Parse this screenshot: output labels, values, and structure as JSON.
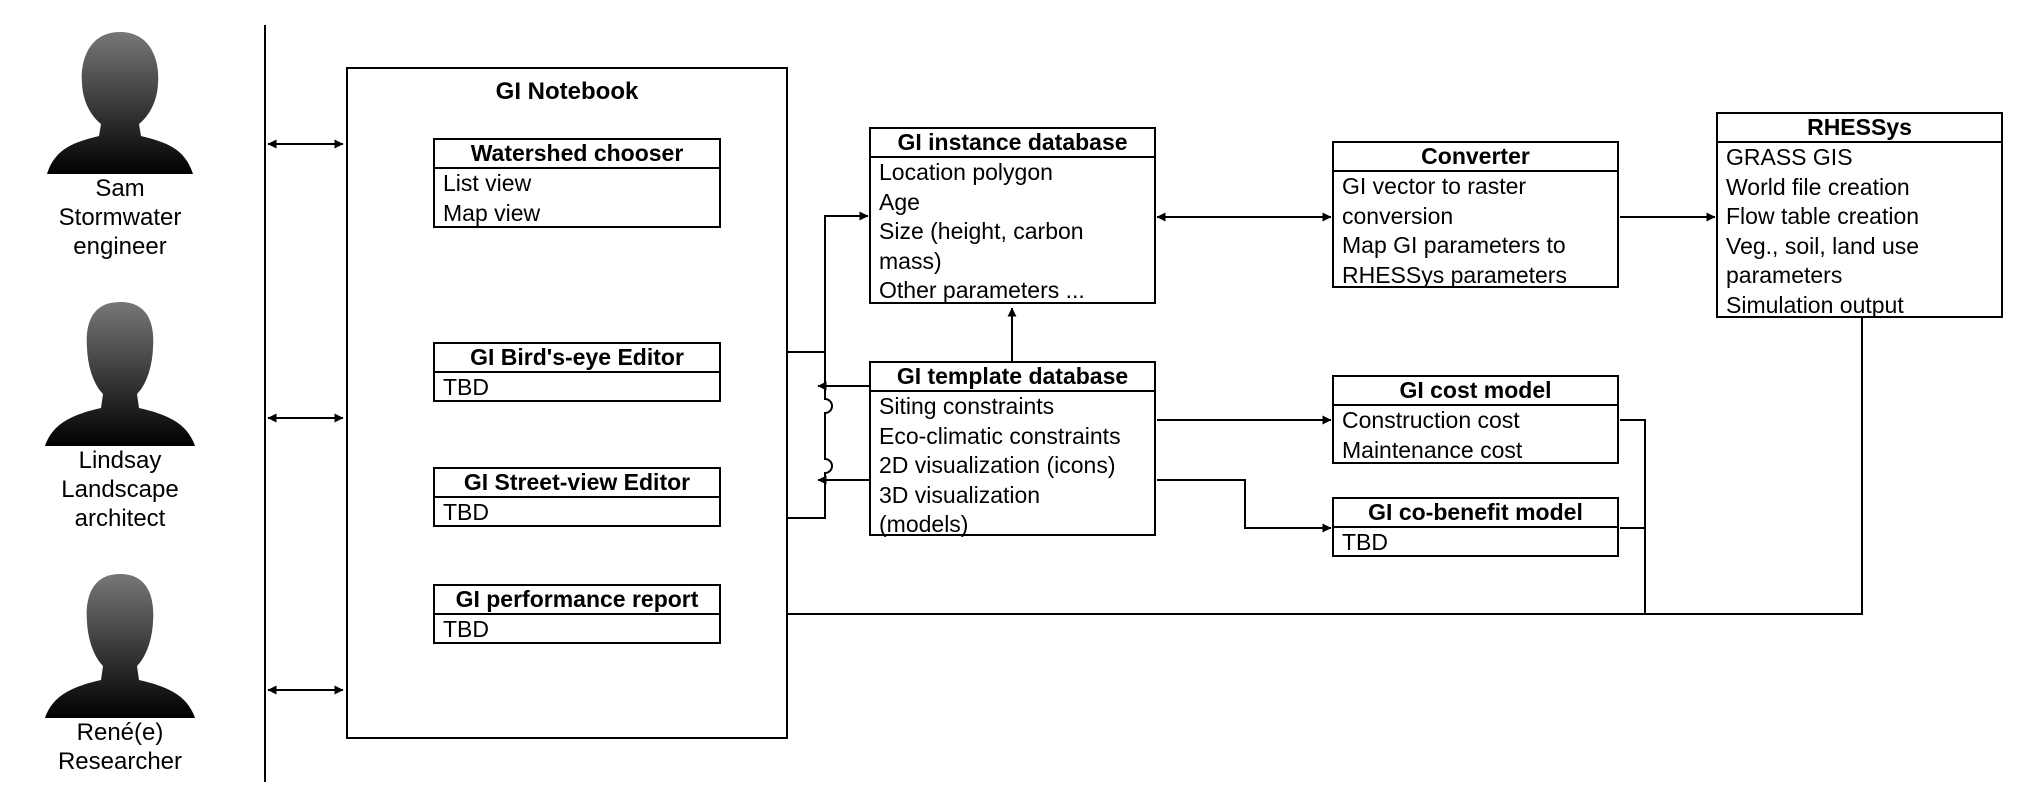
{
  "actors": [
    {
      "id": "sam",
      "lines": [
        "Sam",
        "Stormwater",
        "engineer"
      ]
    },
    {
      "id": "lindsay",
      "lines": [
        "Lindsay",
        "Landscape",
        "architect"
      ]
    },
    {
      "id": "renee",
      "lines": [
        "René(e)",
        "Researcher"
      ]
    }
  ],
  "notebook": {
    "title": "GI Notebook"
  },
  "boxes": {
    "watershed": {
      "title": "Watershed chooser",
      "lines": [
        "List view",
        "Map view"
      ]
    },
    "birdseye": {
      "title": "GI Bird's-eye Editor",
      "lines": [
        "TBD"
      ]
    },
    "streetview": {
      "title": "GI Street-view Editor",
      "lines": [
        "TBD"
      ]
    },
    "performance": {
      "title": "GI performance report",
      "lines": [
        "TBD"
      ]
    },
    "instance_db": {
      "title": "GI instance database",
      "lines": [
        "Location polygon",
        "Age",
        "Size (height, carbon",
        "mass)",
        "Other parameters ..."
      ]
    },
    "template_db": {
      "title": "GI template database",
      "lines": [
        "Siting constraints",
        "Eco-climatic constraints",
        "2D visualization (icons)",
        "3D visualization",
        "(models)"
      ]
    },
    "converter": {
      "title": "Converter",
      "lines": [
        "GI vector to raster",
        "conversion",
        "Map GI parameters to",
        "RHESSys parameters"
      ]
    },
    "rhessys": {
      "title": "RHESSys",
      "lines": [
        "GRASS GIS",
        "World file creation",
        "Flow table creation",
        "Veg., soil, land use",
        "parameters",
        "Simulation output"
      ]
    },
    "cost": {
      "title": "GI cost model",
      "lines": [
        "Construction cost",
        "Maintenance cost"
      ]
    },
    "cobenefit": {
      "title": "GI co-benefit model",
      "lines": [
        "TBD"
      ]
    }
  }
}
